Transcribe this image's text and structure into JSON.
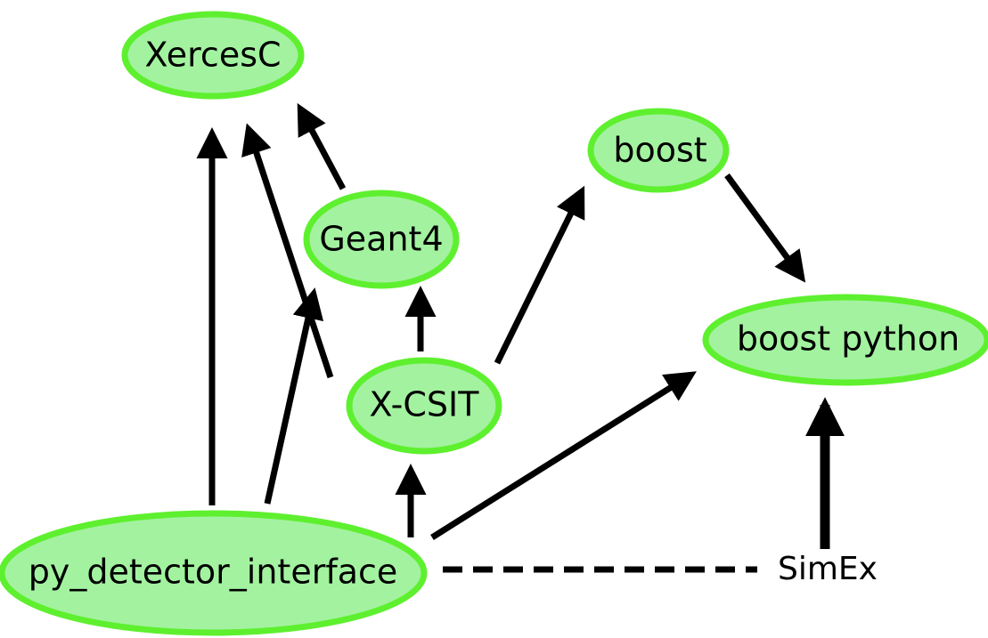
{
  "diagram": {
    "nodes": {
      "xercesc": {
        "label": "XercesC"
      },
      "geant4": {
        "label": "Geant4"
      },
      "boost": {
        "label": "boost"
      },
      "boost_python": {
        "label": "boost python"
      },
      "xcsit": {
        "label": "X-CSIT"
      },
      "py_detector_interface": {
        "label": "py_detector_interface"
      }
    },
    "free_labels": {
      "simex": "SimEx"
    },
    "edges": [
      {
        "from": "geant4",
        "to": "xercesc",
        "style": "solid"
      },
      {
        "from": "xcsit",
        "to": "xercesc",
        "style": "solid"
      },
      {
        "from": "xcsit",
        "to": "geant4",
        "style": "solid"
      },
      {
        "from": "xcsit",
        "to": "boost",
        "style": "solid"
      },
      {
        "from": "boost",
        "to": "boost_python",
        "style": "solid"
      },
      {
        "from": "py_detector_interface",
        "to": "xercesc",
        "style": "solid"
      },
      {
        "from": "py_detector_interface",
        "to": "geant4",
        "style": "solid"
      },
      {
        "from": "py_detector_interface",
        "to": "xcsit",
        "style": "solid"
      },
      {
        "from": "py_detector_interface",
        "to": "boost_python",
        "style": "solid"
      },
      {
        "from": "simex",
        "to": "boost_python",
        "style": "solid-thick"
      },
      {
        "from": "py_detector_interface",
        "to": "simex",
        "style": "dashed"
      }
    ],
    "colors": {
      "node_fill": "#a3f2a0",
      "node_stroke": "#5ef02f",
      "edge": "#000000",
      "background": "#ffffff"
    }
  }
}
